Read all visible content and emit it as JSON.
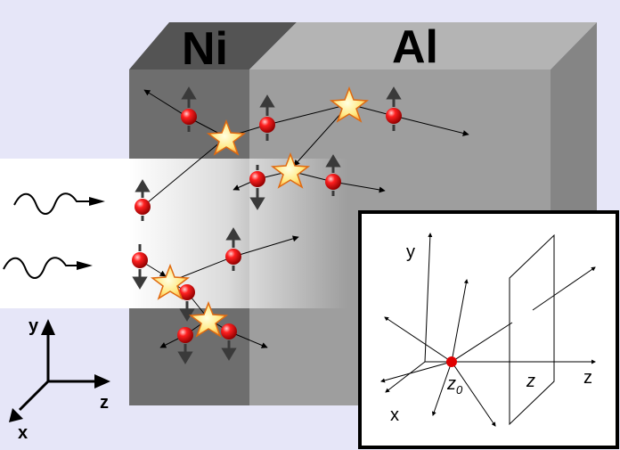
{
  "materials": {
    "left": "Ni",
    "right": "Al"
  },
  "main_axes": {
    "y": "y",
    "z": "z",
    "x": "x"
  },
  "inset": {
    "y_label": "y",
    "z_label": "z",
    "x_label": "x",
    "origin_label": "z",
    "origin_sub": "0",
    "plane_label": "z"
  },
  "colors": {
    "background": "#e6e6f8",
    "ni_front": "#6e6e6e",
    "al_front": "#9e9e9e",
    "ni_top": "#545454",
    "al_top": "#b4b4b4",
    "side": "#858585",
    "electron": "#e00000",
    "star_fill": "#fff6a0",
    "star_edge": "#e06a10"
  }
}
